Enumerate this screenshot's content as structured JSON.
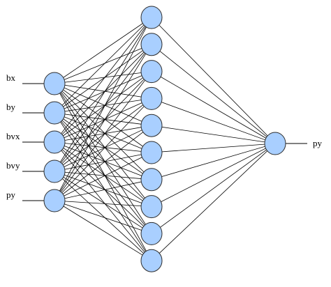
{
  "diagram": {
    "node_fill": "#a9cfff",
    "node_stroke": "#2c2c2c",
    "edge_color": "#000000",
    "layers": [
      {
        "name": "input",
        "nodes": 5
      },
      {
        "name": "hidden",
        "nodes": 10
      },
      {
        "name": "output",
        "nodes": 1
      }
    ],
    "input_labels": [
      "bx",
      "by",
      "bvx",
      "bvy",
      "py"
    ],
    "output_labels": [
      "py"
    ]
  }
}
